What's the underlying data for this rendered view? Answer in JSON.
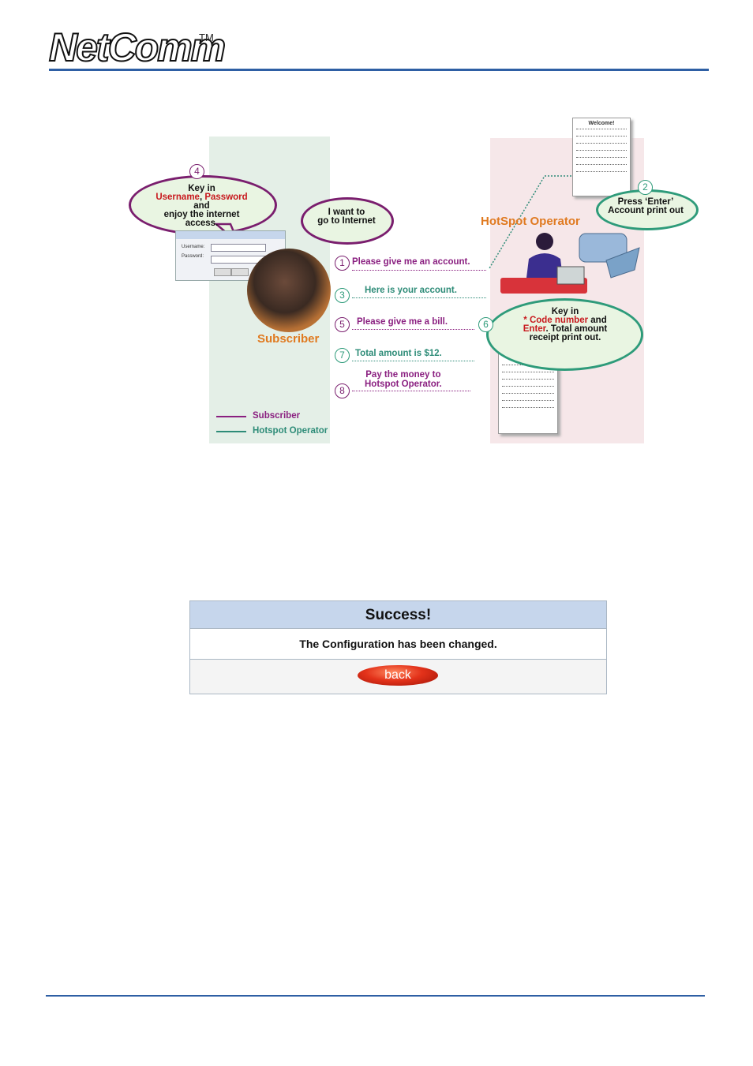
{
  "header": {
    "logo_text": "NetComm",
    "trademark": "TM"
  },
  "diagram": {
    "bubble_4": {
      "line1": "Key in",
      "username": "Username",
      "sep": ", ",
      "password": "Password",
      "line3": "and",
      "line4": "enjoy the internet",
      "line5": "access."
    },
    "bubble_want": {
      "line1": "I want to",
      "line2": "go to Internet"
    },
    "bubble_2": {
      "line1": "Press ‘Enter’",
      "line2": "Account print out"
    },
    "bubble_6": {
      "line1": "Key in",
      "code": "* Code number",
      "and": " and",
      "enter": "Enter",
      "line3_rest": ". Total amount",
      "line4": "receipt print out."
    },
    "operator_label": "HotSpot Operator",
    "subscriber_label": "Subscriber",
    "numbers": [
      "1",
      "2",
      "3",
      "4",
      "5",
      "6",
      "7",
      "8"
    ],
    "steps": {
      "s1": "Please give me an account.",
      "s3": "Here is your account.",
      "s5": "Please give me a bill.",
      "s7": "Total amount is $12.",
      "s8_line1": "Pay the money to",
      "s8_line2": "Hotspot Operator."
    },
    "receipt_title": "Welcome!",
    "legend": {
      "subscriber": "Subscriber",
      "operator": "Hotspot Operator"
    },
    "login": {
      "username_label": "Username:",
      "password_label": "Password:"
    }
  },
  "success": {
    "title": "Success!",
    "message": "The Configuration has been changed.",
    "back_label": "back"
  },
  "colors": {
    "header_rule": "#2e5fa4",
    "subscriber": "#8a1f80",
    "operator": "#2e8c78",
    "success_header": "#c6d6ec"
  }
}
